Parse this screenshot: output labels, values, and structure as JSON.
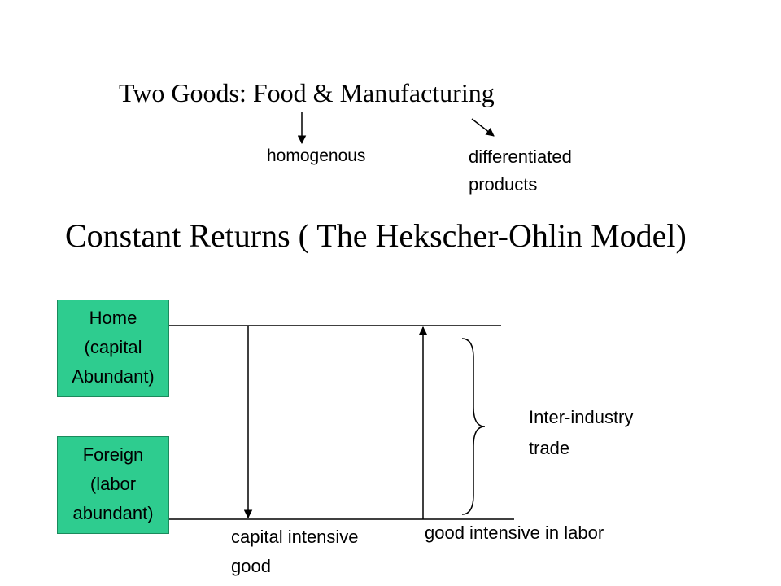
{
  "header": {
    "goods_heading": "Two Goods: Food & Manufacturing",
    "food_type": "homogenous",
    "manufacturing_type": "differentiated\nproducts"
  },
  "title": "Constant  Returns ( The Hekscher-Ohlin Model)",
  "countries": {
    "home": "Home\n(capital\nAbundant)",
    "foreign": "Foreign\n(labor\nabundant)"
  },
  "flows": {
    "capital_good": "capital intensive\ngood",
    "labor_good": "good intensive  in labor"
  },
  "brace_label": "Inter-industry\ntrade",
  "colors": {
    "country_box": "#2ecc8f",
    "lines": "#000000"
  }
}
